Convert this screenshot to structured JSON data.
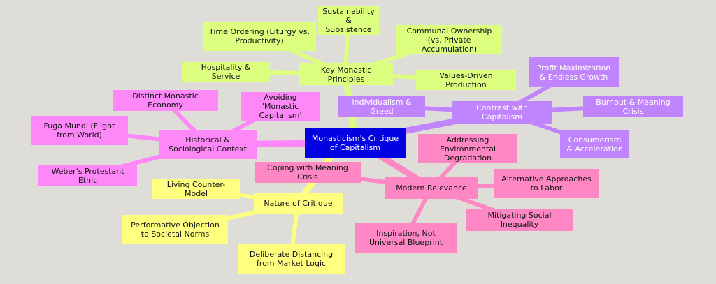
{
  "colors": {
    "background": "#dfddd8",
    "root": "#0000e0",
    "principles": "#ddff80",
    "capitalism": "#c184ff",
    "history": "#ff88f8",
    "critique": "#ffff80",
    "modern": "#ff88c4"
  },
  "root": "Monasticism's Critique of Capitalism",
  "principles": {
    "label": "Key Monastic Principles",
    "children": [
      "Sustainability & Subsistence",
      "Time Ordering (Liturgy vs. Productivity)",
      "Communal Ownership (vs. Private Accumulation)",
      "Hospitality & Service",
      "Values-Driven Production"
    ]
  },
  "capitalism": {
    "label": "Contrast with Capitalism",
    "children": [
      "Profit Maximization & Endless Growth",
      "Individualism & Greed",
      "Burnout & Meaning Crisis",
      "Consumerism & Acceleration"
    ]
  },
  "history": {
    "label": "Historical & Sociological Context",
    "children": [
      "Distinct Monastic Economy",
      "Avoiding 'Monastic Capitalism'",
      "Fuga Mundi (Flight from World)",
      "Weber's Protestant Ethic"
    ]
  },
  "critique": {
    "label": "Nature of Critique",
    "children": [
      "Living Counter-Model",
      "Performative Objection to Societal Norms",
      "Deliberate Distancing from Market Logic"
    ]
  },
  "modern": {
    "label": "Modern Relevance",
    "children": [
      "Coping with Meaning Crisis",
      "Addressing Environmental Degradation",
      "Alternative Approaches to Labor",
      "Mitigating Social Inequality",
      "Inspiration, Not Universal Blueprint"
    ]
  }
}
